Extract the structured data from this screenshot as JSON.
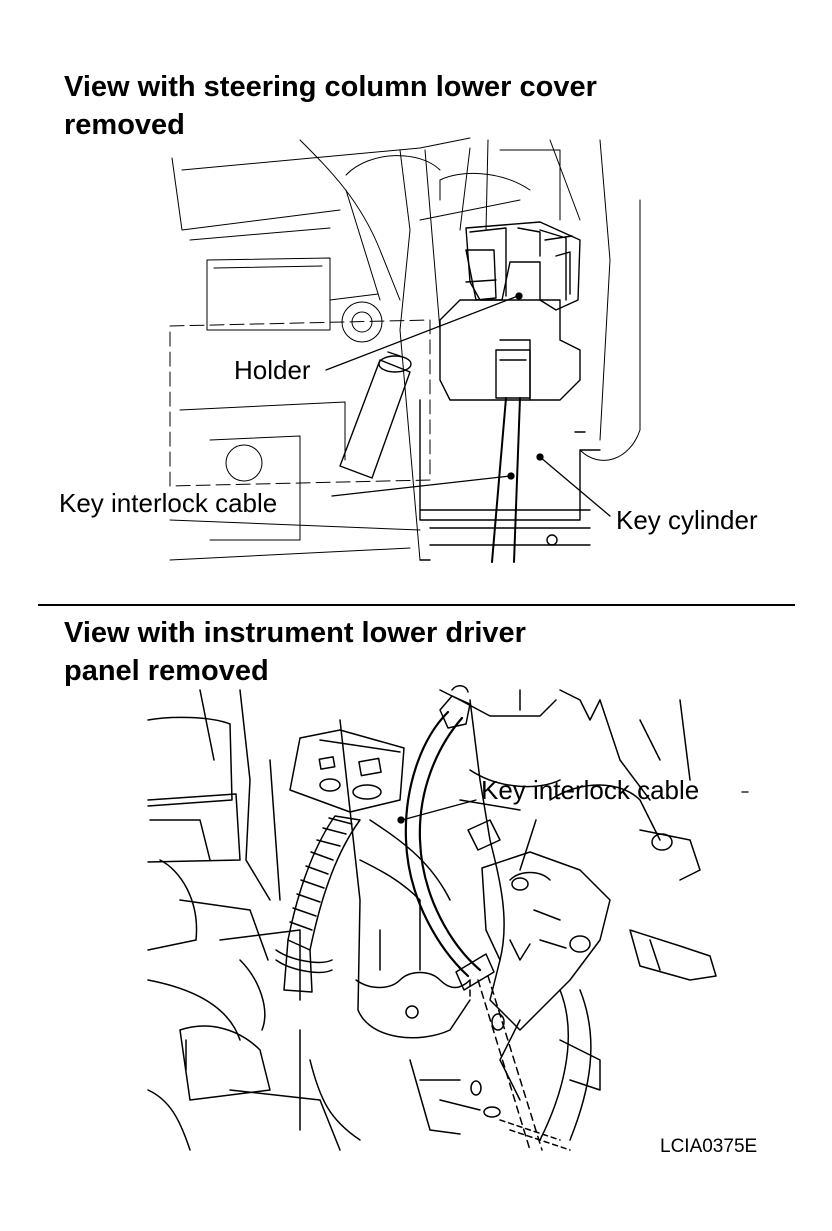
{
  "top_view": {
    "title_line1": "View with steering column lower cover",
    "title_line2": "removed",
    "labels": {
      "holder": "Holder",
      "key_interlock_cable": "Key interlock cable",
      "key_cylinder": "Key cylinder"
    }
  },
  "bottom_view": {
    "title_line1": "View with instrument lower driver",
    "title_line2": "panel removed",
    "labels": {
      "key_interlock_cable": "Key interlock cable"
    }
  },
  "figure_code": "LCIA0375E"
}
